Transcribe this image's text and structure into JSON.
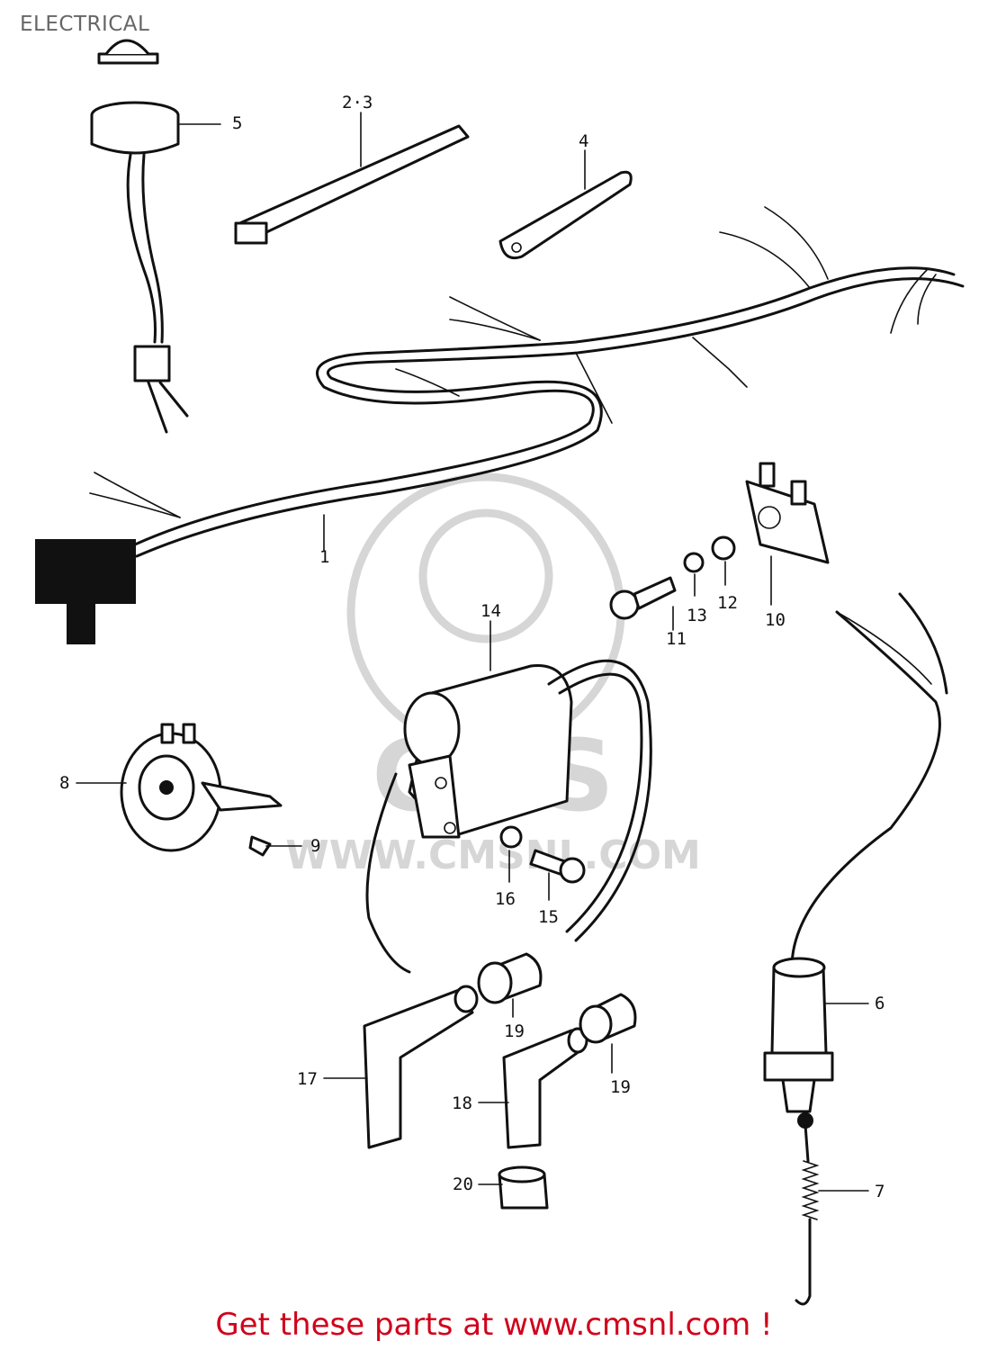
{
  "title": "ELECTRICAL",
  "footer": "Get these parts at www.cmsnl.com !",
  "watermark": {
    "logo_text": "CMS",
    "url_text": "WWW.CMSNL.COM"
  },
  "callouts": [
    "1",
    "2·3",
    "4",
    "5",
    "6",
    "7",
    "8",
    "9",
    "10",
    "11",
    "12",
    "13",
    "14",
    "15",
    "16",
    "17",
    "18",
    "19",
    "19",
    "20"
  ],
  "colors": {
    "footer": "#d0021b",
    "title": "#666666",
    "ink": "#111111",
    "watermark": "#d6d6d6"
  }
}
